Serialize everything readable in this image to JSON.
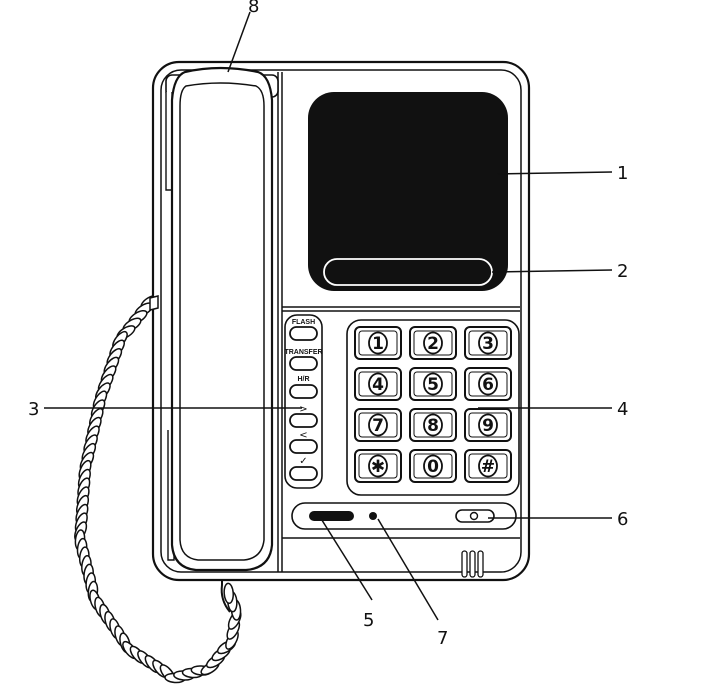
{
  "callouts": [
    {
      "id": "c1",
      "label": "1"
    },
    {
      "id": "c2",
      "label": "2"
    },
    {
      "id": "c3",
      "label": "3"
    },
    {
      "id": "c4",
      "label": "4"
    },
    {
      "id": "c5",
      "label": "5"
    },
    {
      "id": "c6",
      "label": "6"
    },
    {
      "id": "c7",
      "label": "7"
    },
    {
      "id": "c8",
      "label": "8"
    }
  ],
  "side_buttons": {
    "flash": "FLASH",
    "transfer": "TRANSFER",
    "hr": "H/R",
    "next": ">",
    "prev": "<",
    "ok": "✓"
  },
  "keypad": [
    "1",
    "2",
    "3",
    "4",
    "5",
    "6",
    "7",
    "8",
    "9",
    "✱",
    "0",
    "#"
  ]
}
